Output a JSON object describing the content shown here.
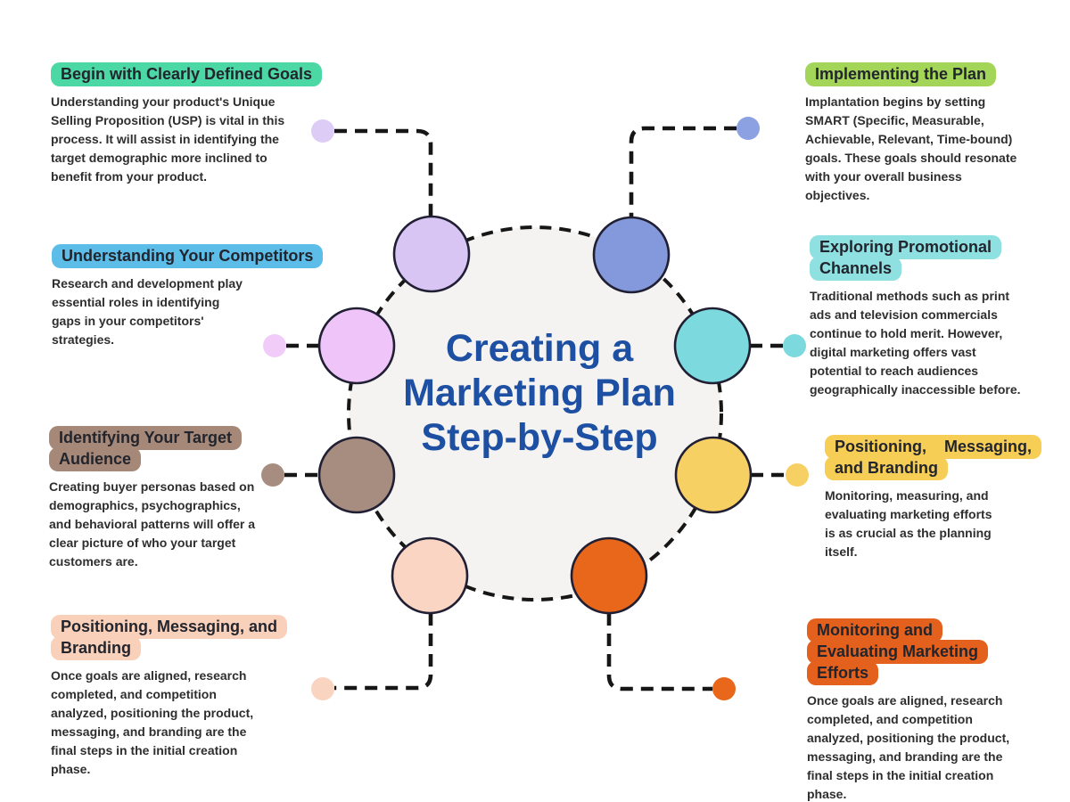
{
  "page": {
    "background": "#ffffff"
  },
  "title": {
    "text": "Creating a\nMarketing Plan\nStep-by-Step",
    "color": "#1d4fa3"
  },
  "diagram": {
    "ring_fill": "#f4f3f1",
    "line_color": "#161616"
  },
  "nodes": [
    {
      "name": "goals",
      "circle": "#d8c5f4",
      "dot": "#dcccf6"
    },
    {
      "name": "implementing",
      "circle": "#8399dc",
      "dot": "#8ba1e2"
    },
    {
      "name": "channels",
      "circle": "#7cd9dd",
      "dot": "#7cd9dd"
    },
    {
      "name": "positioning",
      "circle": "#f7d064",
      "dot": "#f7d064"
    },
    {
      "name": "monitoring",
      "circle": "#e8671b",
      "dot": "#e8671b"
    },
    {
      "name": "branding",
      "circle": "#fad5c3",
      "dot": "#f9d4c0"
    },
    {
      "name": "audience",
      "circle": "#a78d7f",
      "dot": "#a78d7f"
    },
    {
      "name": "competitors",
      "circle": "#efc4f9",
      "dot": "#f2ccf8"
    }
  ],
  "blocks": [
    {
      "chip_color": "#4bd8a4",
      "chip_lines": [
        "Begin with Clearly Defined Goals"
      ],
      "body": "Understanding your product's Unique\nSelling Proposition (USP) is vital in this\nprocess. It will assist in identifying the\ntarget demographic more inclined to\nbenefit from your product."
    },
    {
      "chip_color": "#a2d558",
      "chip_lines": [
        "Implementing the Plan"
      ],
      "body": "Implantation begins by setting\nSMART (Specific, Measurable,\nAchievable, Relevant, Time-bound)\ngoals. These goals should resonate\nwith your overall business\nobjectives."
    },
    {
      "chip_color": "#5cbde9",
      "chip_lines": [
        "Understanding Your Competitors"
      ],
      "body": "Research and development play\nessential roles in identifying\ngaps in your competitors'\nstrategies."
    },
    {
      "chip_color": "#8fe0e0",
      "chip_lines": [
        "Exploring Promotional",
        "Channels"
      ],
      "body": "Traditional methods such as print\nads and television commercials\ncontinue to hold merit. However,\ndigital marketing offers vast\npotential to reach audiences\ngeographically inaccessible before."
    },
    {
      "chip_color": "#a68878",
      "chip_lines": [
        "Identifying Your Target",
        "Audience"
      ],
      "body": "Creating buyer personas based on\ndemographics, psychographics,\nand behavioral patterns will offer a\nclear picture of who your target\ncustomers are."
    },
    {
      "chip_color": "#f6cd55",
      "chip_lines": [
        "Positioning,    Messaging,",
        "and Branding"
      ],
      "body": "Monitoring, measuring, and\nevaluating marketing efforts\nis as crucial as the planning\nitself."
    },
    {
      "chip_color": "#f9d0ba",
      "chip_lines": [
        "Positioning, Messaging, and",
        "Branding"
      ],
      "body": "Once goals are aligned, research\ncompleted, and competition\nanalyzed, positioning the product,\nmessaging, and branding are the\nfinal steps in the initial creation\nphase."
    },
    {
      "chip_color": "#e4611d",
      "chip_lines": [
        "Monitoring and",
        "Evaluating Marketing",
        "Efforts"
      ],
      "body": "Once goals are aligned, research\ncompleted, and competition\nanalyzed, positioning the product,\nmessaging, and branding are the\nfinal steps in the initial creation\nphase."
    }
  ]
}
